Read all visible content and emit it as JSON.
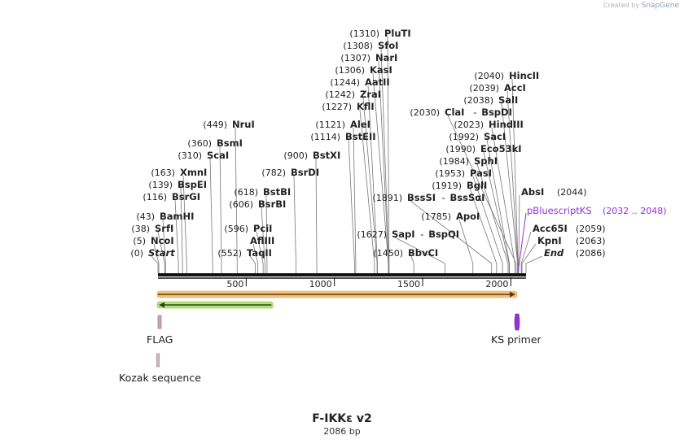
{
  "credit": {
    "prefix": "Created by",
    "brand": "SnapGene"
  },
  "map": {
    "name": "F-IKKε v2",
    "length_label": "2086 bp",
    "total_bp": 2086,
    "ticks": [
      {
        "pos": 500,
        "label": "500"
      },
      {
        "pos": 1000,
        "label": "1000"
      },
      {
        "pos": 1500,
        "label": "1500"
      },
      {
        "pos": 2000,
        "label": "2000"
      }
    ],
    "sites": [
      {
        "pos": 0,
        "pos_label": "(0)",
        "name": "Start",
        "italic": true
      },
      {
        "pos": 5,
        "pos_label": "(5)",
        "name": "NcoI"
      },
      {
        "pos": 38,
        "pos_label": "(38)",
        "name": "SrfI"
      },
      {
        "pos": 43,
        "pos_label": "(43)",
        "name": "BamHI"
      },
      {
        "pos": 116,
        "pos_label": "(116)",
        "name": "BsrGI"
      },
      {
        "pos": 139,
        "pos_label": "(139)",
        "name": "BspEI"
      },
      {
        "pos": 163,
        "pos_label": "(163)",
        "name": "XmnI"
      },
      {
        "pos": 310,
        "pos_label": "(310)",
        "name": "ScaI"
      },
      {
        "pos": 360,
        "pos_label": "(360)",
        "name": "BsmI"
      },
      {
        "pos": 449,
        "pos_label": "(449)",
        "name": "NruI"
      },
      {
        "pos": 552,
        "pos_label": "(552)",
        "name": "TaqII"
      },
      {
        "pos": 566,
        "pos_label": "",
        "name": "AflIII"
      },
      {
        "pos": 596,
        "pos_label": "(596)",
        "name": "PciI"
      },
      {
        "pos": 606,
        "pos_label": "(606)",
        "name": "BsrBI"
      },
      {
        "pos": 618,
        "pos_label": "(618)",
        "name": "BstBI"
      },
      {
        "pos": 782,
        "pos_label": "(782)",
        "name": "BsrDI"
      },
      {
        "pos": 900,
        "pos_label": "(900)",
        "name": "BstXI"
      },
      {
        "pos": 1114,
        "pos_label": "(1114)",
        "name": "BstEII"
      },
      {
        "pos": 1121,
        "pos_label": "(1121)",
        "name": "AleI"
      },
      {
        "pos": 1227,
        "pos_label": "(1227)",
        "name": "KflI"
      },
      {
        "pos": 1242,
        "pos_label": "(1242)",
        "name": "ZraI"
      },
      {
        "pos": 1244,
        "pos_label": "(1244)",
        "name": "AatII"
      },
      {
        "pos": 1306,
        "pos_label": "(1306)",
        "name": "KasI"
      },
      {
        "pos": 1307,
        "pos_label": "(1307)",
        "name": "NarI"
      },
      {
        "pos": 1308,
        "pos_label": "(1308)",
        "name": "SfoI"
      },
      {
        "pos": 1310,
        "pos_label": "(1310)",
        "name": "PluTI"
      },
      {
        "pos": 1450,
        "pos_label": "(1450)",
        "name": "BbvCI"
      },
      {
        "pos": 1627,
        "pos_label": "(1627)",
        "name": "SapI",
        "name2": "BspQI"
      },
      {
        "pos": 1785,
        "pos_label": "(1785)",
        "name": "ApoI"
      },
      {
        "pos": 1891,
        "pos_label": "(1891)",
        "name": "BssSI",
        "name2": "BssSαI"
      },
      {
        "pos": 1919,
        "pos_label": "(1919)",
        "name": "BglI"
      },
      {
        "pos": 1953,
        "pos_label": "(1953)",
        "name": "PasI"
      },
      {
        "pos": 1984,
        "pos_label": "(1984)",
        "name": "SphI"
      },
      {
        "pos": 1990,
        "pos_label": "(1990)",
        "name": "Eco53kI"
      },
      {
        "pos": 1992,
        "pos_label": "(1992)",
        "name": "SacI"
      },
      {
        "pos": 2023,
        "pos_label": "(2023)",
        "name": "HindIII"
      },
      {
        "pos": 2030,
        "pos_label": "(2030)",
        "name": "ClaI",
        "name2": "BspDI"
      },
      {
        "pos": 2038,
        "pos_label": "(2038)",
        "name": "SalI"
      },
      {
        "pos": 2039,
        "pos_label": "(2039)",
        "name": "AccI"
      },
      {
        "pos": 2040,
        "pos_label": "(2040)",
        "name": "HincII"
      },
      {
        "pos": 2044,
        "pos_label": "(2044)",
        "name": "AbsI",
        "side": "right"
      },
      {
        "pos": 2059,
        "pos_label": "(2059)",
        "name": "Acc65I",
        "side": "right"
      },
      {
        "pos": 2063,
        "pos_label": "(2063)",
        "name": "KpnI",
        "side": "right"
      },
      {
        "pos": 2086,
        "pos_label": "(2086)",
        "name": "End",
        "italic": true,
        "side": "right"
      }
    ],
    "primer_site": {
      "name": "pBluescriptKS",
      "range_label": "(2032 .. 2048)",
      "start": 2032,
      "end": 2048,
      "color": "#9b30d9"
    },
    "features": [
      {
        "name": "",
        "start": 0,
        "end": 2086,
        "direction": "forward",
        "color": "#f5c27a"
      },
      {
        "name": "",
        "start": 0,
        "end": 680,
        "direction": "reverse",
        "color": "#b6e07a"
      }
    ],
    "small_features": [
      {
        "name": "FLAG",
        "pos": 8,
        "color": "#d8a0c0"
      },
      {
        "name": "Kozak sequence",
        "pos": 4,
        "color": "#e0b0c8"
      },
      {
        "name": "KS primer",
        "pos": 2040,
        "color": "#9b30d9"
      }
    ]
  }
}
